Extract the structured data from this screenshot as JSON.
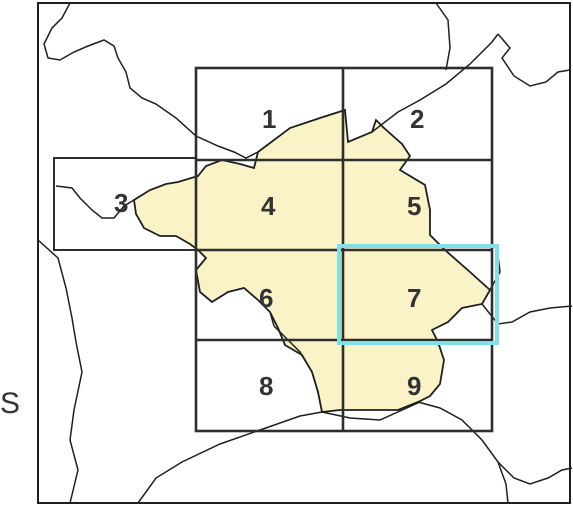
{
  "map": {
    "side_letter": "S",
    "tiles": [
      {
        "id": "tile-1",
        "label": "1",
        "highlighted": false
      },
      {
        "id": "tile-2",
        "label": "2",
        "highlighted": false
      },
      {
        "id": "tile-3",
        "label": "3",
        "highlighted": false
      },
      {
        "id": "tile-4",
        "label": "4",
        "highlighted": false
      },
      {
        "id": "tile-5",
        "label": "5",
        "highlighted": false
      },
      {
        "id": "tile-6",
        "label": "6",
        "highlighted": false
      },
      {
        "id": "tile-7",
        "label": "7",
        "highlighted": true
      },
      {
        "id": "tile-8",
        "label": "8",
        "highlighted": false
      },
      {
        "id": "tile-9",
        "label": "9",
        "highlighted": false
      }
    ],
    "colors": {
      "region_fill": "#fbf3c8",
      "line": "#1f1f1f",
      "grid": "#2e2e2e",
      "highlight": "#7fe0e8",
      "label": "#333333"
    }
  }
}
